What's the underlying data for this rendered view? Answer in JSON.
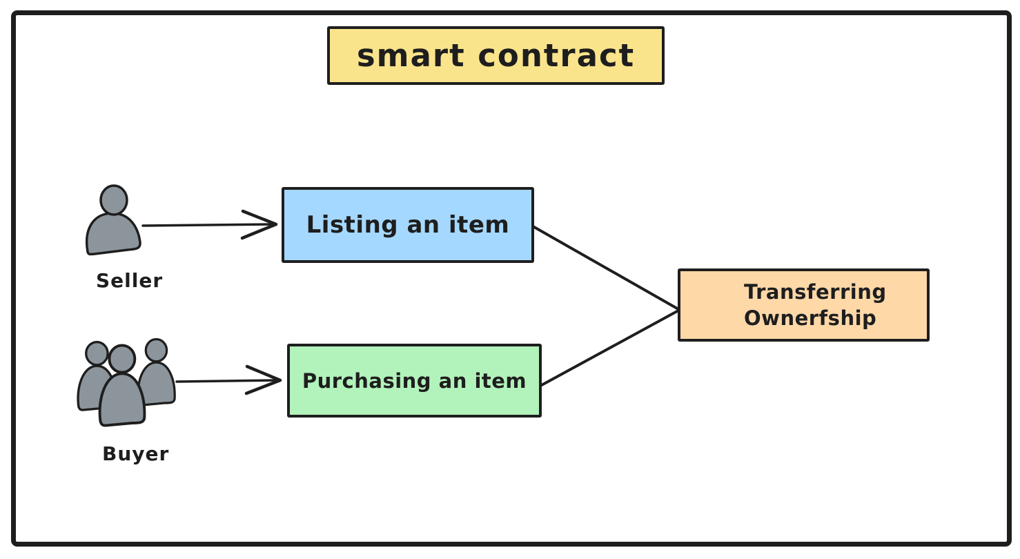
{
  "diagram": {
    "title": {
      "label": "smart contract",
      "bg": "#f9e48b"
    },
    "nodes": [
      {
        "id": "listing",
        "label": "Listing an item",
        "bg": "#a5d8ff"
      },
      {
        "id": "purchasing",
        "label": "Purchasing an item",
        "bg": "#b2f2bb"
      },
      {
        "id": "transferring",
        "line1": "Transferring",
        "line2": "Ownerfship",
        "bg": "#ffd8a8"
      }
    ],
    "actors": [
      {
        "id": "seller",
        "label": "Seller",
        "icon": "person-icon"
      },
      {
        "id": "buyer",
        "label": "Buyer",
        "icon": "people-group-icon"
      }
    ],
    "edges": [
      {
        "from": "seller",
        "to": "listing",
        "style": "arrow"
      },
      {
        "from": "buyer",
        "to": "purchasing",
        "style": "arrow"
      },
      {
        "from": "listing",
        "to": "transferring",
        "style": "line"
      },
      {
        "from": "purchasing",
        "to": "transferring",
        "style": "line"
      }
    ],
    "colors": {
      "stroke": "#1e1e1e",
      "icon_fill": "#8d959c",
      "canvas": "#ffffff"
    }
  }
}
